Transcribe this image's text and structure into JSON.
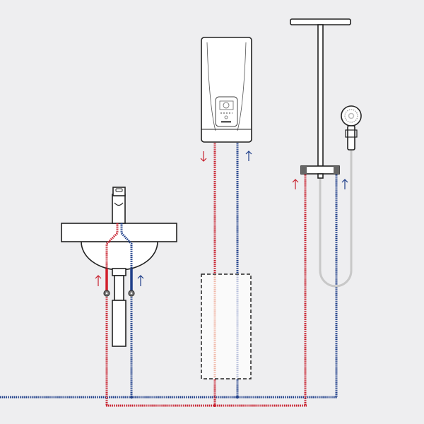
{
  "diagram": {
    "components": [
      "washbasin",
      "instantaneous-water-heater",
      "shower",
      "concealed-installation"
    ],
    "colors": {
      "background": "#eeeef0",
      "hot": "#c8202e",
      "cold": "#1f3f8a",
      "hose": "#c8c8c8"
    }
  }
}
